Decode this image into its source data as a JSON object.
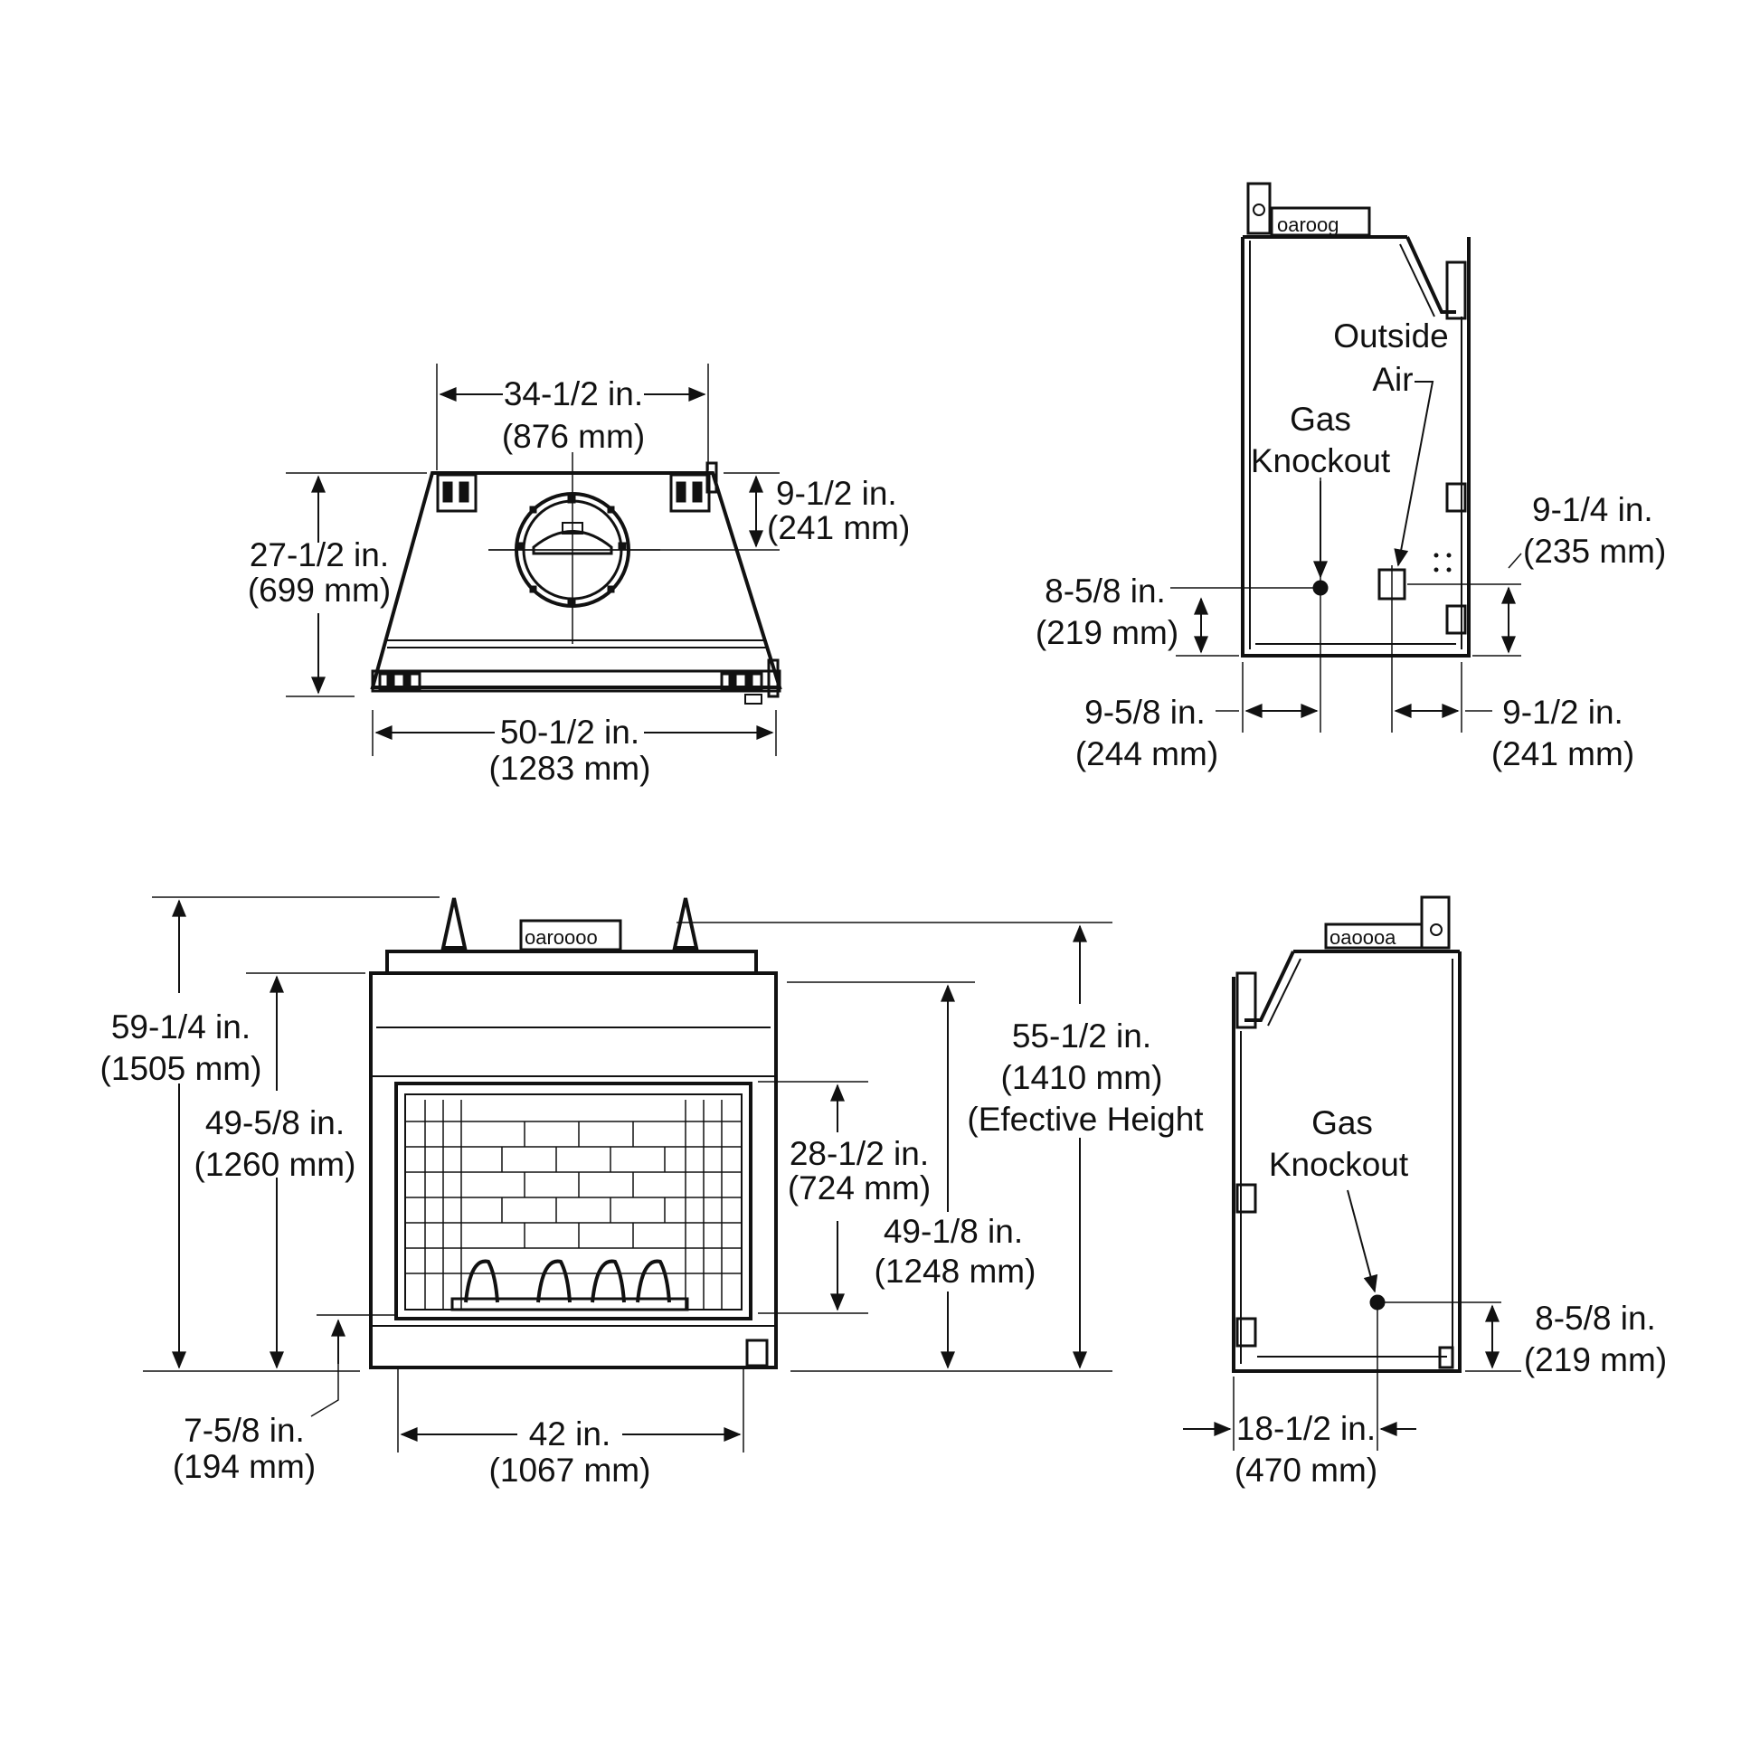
{
  "colors": {
    "ink": "#111111",
    "background": "#ffffff",
    "brick": "#e8e8e8"
  },
  "top_view": {
    "width_top": {
      "in": "34-1/2 in.",
      "mm": "(876 mm)"
    },
    "flue_offset": {
      "in": "9-1/2 in.",
      "mm": "(241 mm)"
    },
    "depth": {
      "in": "27-1/2 in.",
      "mm": "(699 mm)"
    },
    "width_bottom": {
      "in": "50-1/2 in.",
      "mm": "(1283 mm)"
    }
  },
  "side_view_top": {
    "outside_air_label": [
      "Outside",
      "Air"
    ],
    "gas_knockout_label": [
      "Gas",
      "Knockout"
    ],
    "gas_height": {
      "in": "8-5/8 in.",
      "mm": "(219 mm)"
    },
    "air_height": {
      "in": "9-1/4 in.",
      "mm": "(235 mm)"
    },
    "gas_from_front": {
      "in": "9-5/8 in.",
      "mm": "(244 mm)"
    },
    "air_from_back": {
      "in": "9-1/2 in.",
      "mm": "(241 mm)"
    }
  },
  "front_view": {
    "overall_height": {
      "in": "59-1/4 in.",
      "mm": "(1505 mm)"
    },
    "body_height": {
      "in": "49-5/8 in.",
      "mm": "(1260 mm)"
    },
    "opening_height": {
      "in": "28-1/2 in.",
      "mm": "(724 mm)"
    },
    "framing_height": {
      "in": "49-1/8 in.",
      "mm": "(1248 mm)"
    },
    "effective_height": {
      "in": "55-1/2 in.",
      "mm": "(1410 mm)",
      "note": "(Efective Height"
    },
    "hearth_height": {
      "in": "7-5/8 in.",
      "mm": "(194 mm)"
    },
    "opening_width": {
      "in": "42 in.",
      "mm": "(1067 mm)"
    }
  },
  "side_view_bottom": {
    "gas_knockout_label": [
      "Gas",
      "Knockout"
    ],
    "gas_height": {
      "in": "8-5/8 in.",
      "mm": "(219 mm)"
    },
    "gas_from_front": {
      "in": "18-1/2 in.",
      "mm": "(470 mm)"
    }
  }
}
